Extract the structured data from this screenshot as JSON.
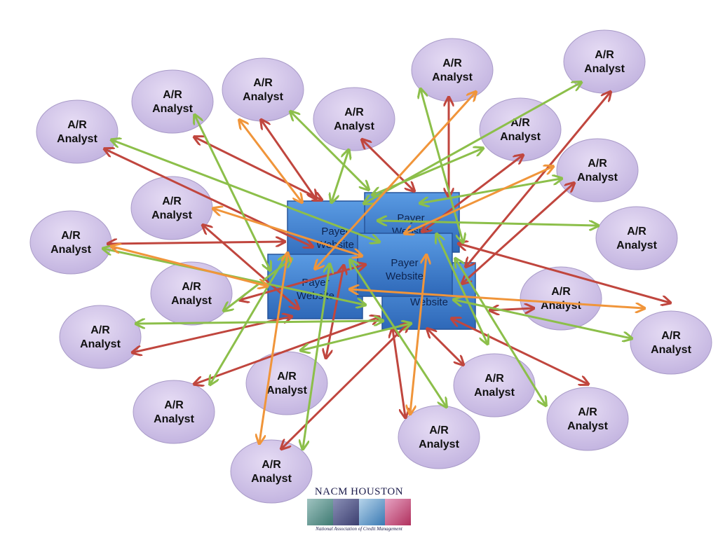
{
  "diagram": {
    "node_label": "A/R Analyst",
    "node_label_line1": "A/R",
    "node_label_line2": "Analyst",
    "website_label_line1": "Payer",
    "website_label_line2": "Website",
    "colors": {
      "ellipse_fill": "#cdbfe6",
      "ellipse_stroke": "#a99bc8",
      "box_fill": "#3c7fd0",
      "box_stroke": "#27549a",
      "arrow_red": "#c0463e",
      "arrow_green": "#8cbf4a",
      "arrow_orange": "#f0953a"
    }
  },
  "logo": {
    "title": "NACM HOUSTON",
    "subtitle": "National Association of Credit Management"
  }
}
